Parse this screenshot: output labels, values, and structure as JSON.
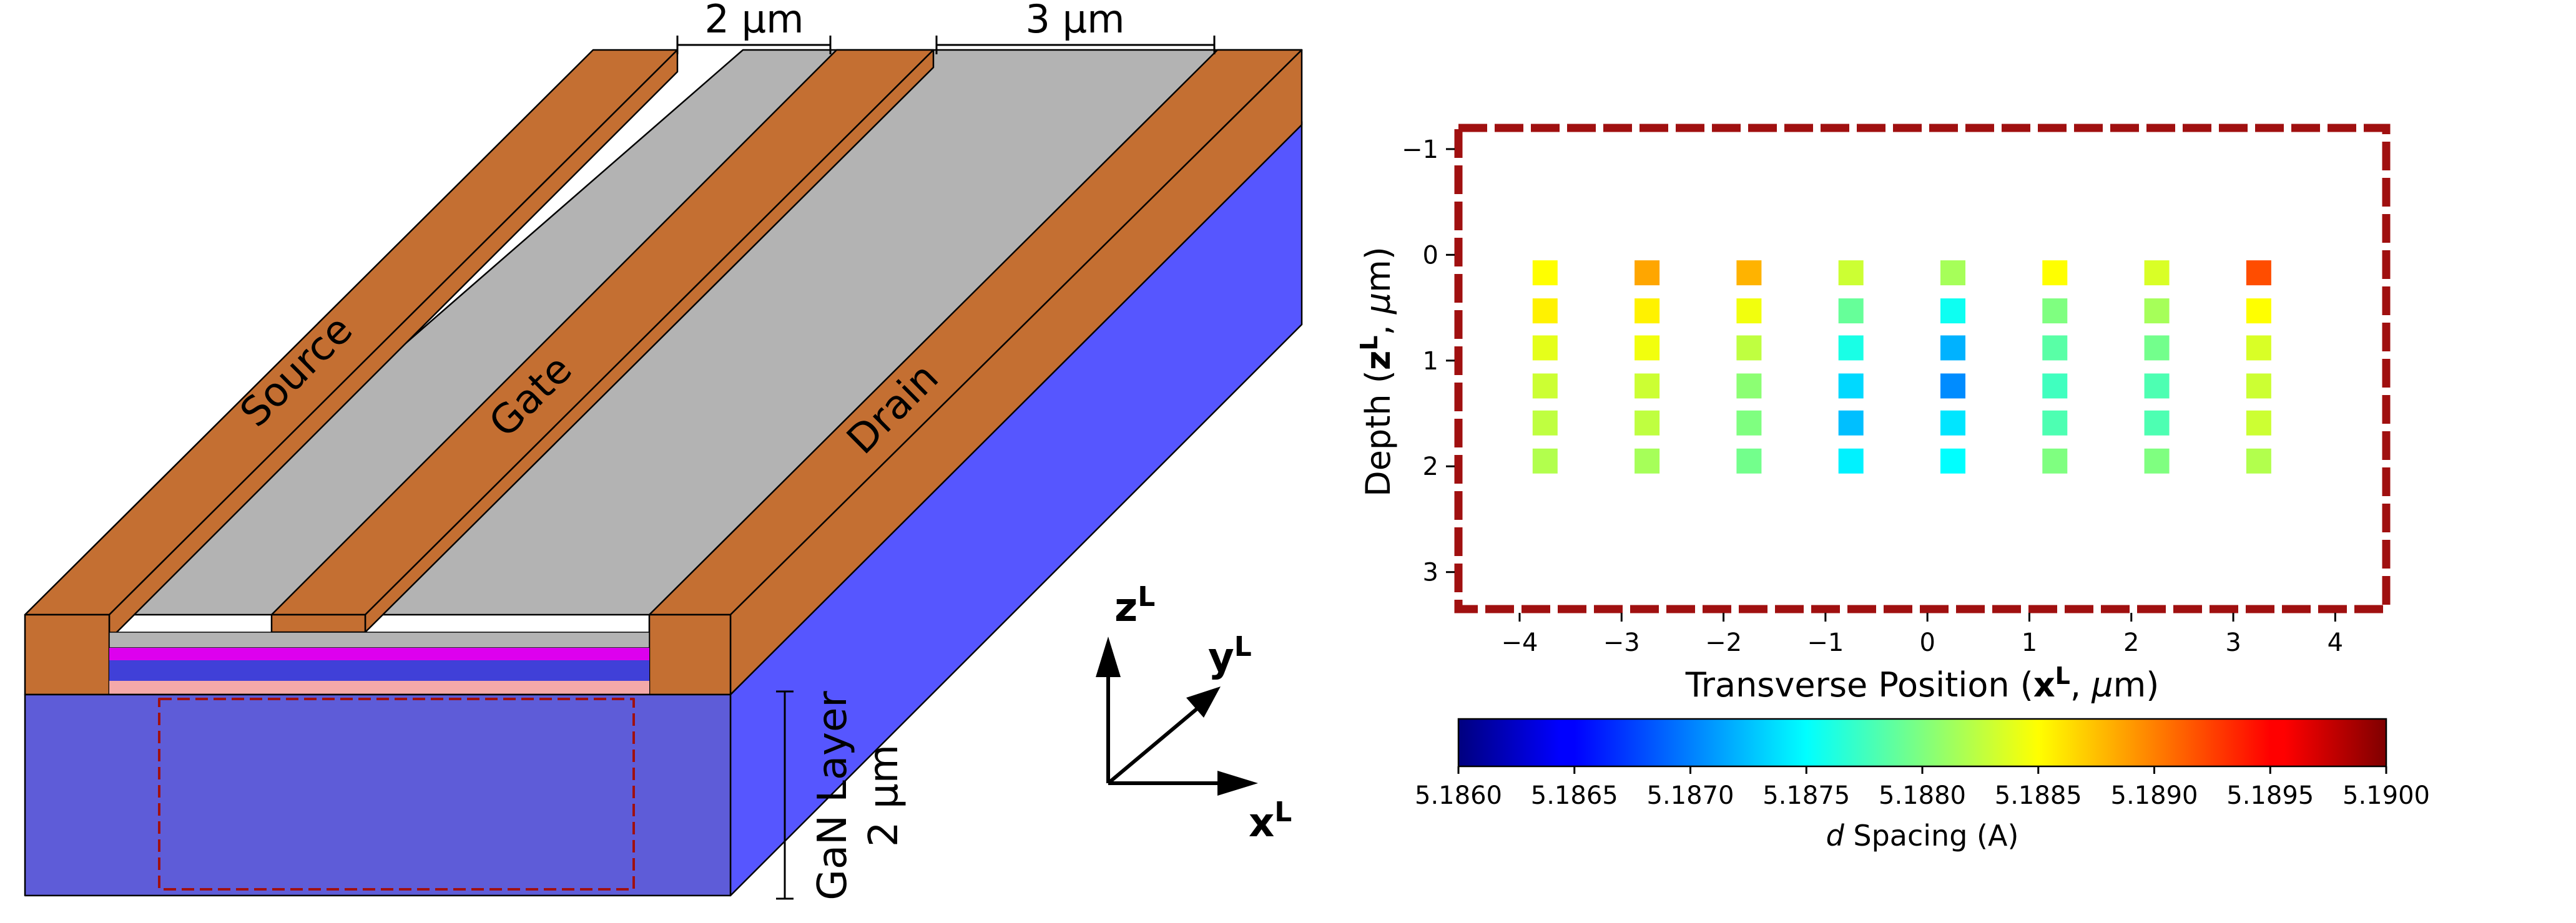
{
  "device": {
    "source_label": "Source",
    "gate_label": "Gate",
    "drain_label": "Drain",
    "gate_width_label": "2 µm",
    "gate_drain_gap_label": "3 µm",
    "gan_layer_label": "GaN Layer",
    "gan_thickness_label": "2 µm",
    "colors": {
      "contact_top": "#c46f32",
      "channel_top": "#b3b3b3",
      "substrate_front": "#5e5cd8",
      "substrate_side": "#5656ff",
      "layer_magenta": "#dd00ee",
      "layer_blue": "#4040d8",
      "layer_pink": "#f4a9a9",
      "roi_dash": "#a01010"
    }
  },
  "axes_triad": {
    "z_label": "z",
    "y_label": "y",
    "x_label": "x",
    "superscript": "L"
  },
  "chart_data": {
    "type": "heatmap",
    "title": "",
    "xlabel": "Transverse Position  (xL, µm)",
    "xlabel_parts": {
      "prefix": "Transverse Position  (",
      "bold": "x",
      "sup": "L",
      "suffix": ", ",
      "unit_italic": "µ",
      "unit_rest": "m)"
    },
    "ylabel": "Depth (zL, µm)",
    "ylabel_parts": {
      "prefix": "Depth (",
      "bold": "z",
      "sup": "L",
      "suffix": ", ",
      "unit_italic": "µ",
      "unit_rest": "m)"
    },
    "xlim": [
      -4.6,
      4.5
    ],
    "ylim": [
      3.35,
      -1.2
    ],
    "y_inverted": true,
    "xticks": [
      -4,
      -3,
      -2,
      -1,
      0,
      1,
      2,
      3,
      4
    ],
    "xtick_labels": [
      "−4",
      "−3",
      "−2",
      "−1",
      "0",
      "1",
      "2",
      "3",
      "4"
    ],
    "yticks": [
      -1,
      0,
      1,
      2,
      3
    ],
    "ytick_labels": [
      "−1",
      "0",
      "1",
      "2",
      "3"
    ],
    "x": [
      -3.75,
      -2.75,
      -1.75,
      -0.75,
      0.25,
      1.25,
      2.25,
      3.25
    ],
    "z": [
      0.17,
      0.53,
      0.88,
      1.24,
      1.59,
      1.95
    ],
    "values": [
      [
        5.1885,
        5.18885,
        5.1888,
        5.1883,
        5.18815,
        5.1885,
        5.18835,
        5.1892
      ],
      [
        5.18855,
        5.18855,
        5.18845,
        5.1879,
        5.18755,
        5.188,
        5.18815,
        5.1885
      ],
      [
        5.1884,
        5.18845,
        5.18825,
        5.1876,
        5.1872,
        5.18785,
        5.18795,
        5.18835
      ],
      [
        5.1883,
        5.1883,
        5.18805,
        5.18735,
        5.18705,
        5.18775,
        5.1878,
        5.1883
      ],
      [
        5.18825,
        5.18825,
        5.188,
        5.18725,
        5.1874,
        5.1878,
        5.1878,
        5.1883
      ],
      [
        5.1882,
        5.18815,
        5.18795,
        5.18745,
        5.1875,
        5.188,
        5.188,
        5.1882
      ]
    ],
    "colormap": "jet",
    "colorbar": {
      "vmin": 5.186,
      "vmax": 5.19,
      "ticks": [
        5.186,
        5.1865,
        5.187,
        5.1875,
        5.188,
        5.1885,
        5.189,
        5.1895,
        5.19
      ],
      "tick_labels": [
        "5.1860",
        "5.1865",
        "5.1870",
        "5.1875",
        "5.1880",
        "5.1885",
        "5.1890",
        "5.1895",
        "5.1900"
      ],
      "label": "d Spacing (A)",
      "label_parts": {
        "italic": "d",
        "rest": " Spacing (A)"
      }
    },
    "grid": false,
    "legend": "none",
    "frame_color": "#a01010",
    "frame_style": "dashed"
  }
}
